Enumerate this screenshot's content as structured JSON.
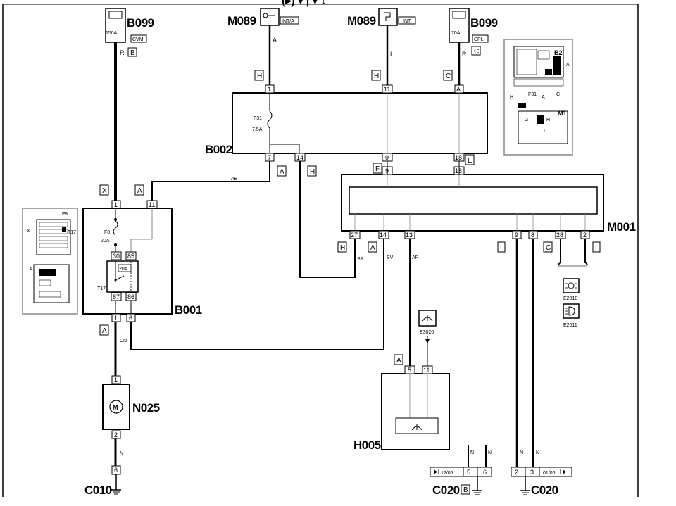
{
  "header": {
    "clipped_title": "(▸)▼|▼↓"
  },
  "components": {
    "b099_left": {
      "code": "B099",
      "fuse": "150A",
      "tag": "CVM"
    },
    "m089_left": {
      "code": "M089",
      "tag": "INT/A"
    },
    "m089_right": {
      "code": "M089",
      "tag": "INT"
    },
    "b099_right": {
      "code": "B099",
      "fuse": "70A",
      "tag": "CPL"
    },
    "b002": {
      "code": "B002",
      "fuse_name": "F31",
      "fuse_rating": "7.5A"
    },
    "m001": {
      "code": "M001"
    },
    "b001": {
      "code": "B001",
      "fuse_name": "F8",
      "fuse_rating": "20A",
      "relay_name": "T17",
      "relay_rating": "20A"
    },
    "n025": {
      "code": "N025"
    },
    "h005": {
      "code": "H005"
    },
    "e3020": {
      "code": "E3020"
    },
    "e2010": {
      "code": "E2010"
    },
    "e2011": {
      "code": "E2011"
    },
    "c010": {
      "code": "C010"
    },
    "c020_left": {
      "code": "C020",
      "tag": "B"
    },
    "c020_right": {
      "code": "C020"
    }
  },
  "wire_colors": {
    "r1": "R",
    "a": "A",
    "l": "L",
    "r2": "R",
    "ab": "AB",
    "sr": "SR",
    "sv": "SV",
    "ar": "AR",
    "cn": "CN",
    "n1": "N",
    "n2": "N",
    "n3": "N",
    "n4": "N",
    "n5": "N"
  },
  "connector_tags": {
    "b": "B",
    "h1": "H",
    "h2": "H",
    "c1": "C",
    "x": "X",
    "a1": "A",
    "a2": "A",
    "h3": "H",
    "f": "F",
    "e": "E",
    "h4": "H",
    "a3": "A",
    "i1": "I",
    "c2": "C",
    "i2": "I",
    "a4": "A",
    "a5": "A"
  },
  "pins": {
    "b002_1": "1",
    "b002_11": "11",
    "b002_a": "A",
    "b002_7": "7",
    "b002_14": "14",
    "b002_9": "9",
    "b002_18": "18",
    "m001_9": "9",
    "m001_18": "18",
    "b001_1_top": "1",
    "b001_11": "11",
    "b001_30": "30",
    "b001_85": "85",
    "b001_87": "87",
    "b001_86": "86",
    "b001_1_bot": "1",
    "b001_6": "6",
    "m001_27": "27",
    "m001_14": "14",
    "m001_13": "13",
    "m001_9b": "9",
    "m001_8": "8",
    "m001_28": "28",
    "m001_2": "2",
    "n025_1": "1",
    "n025_2": "2",
    "c010_6": "6",
    "h005_5": "5",
    "h005_11": "11",
    "c020l_5": "5",
    "c020l_6": "6",
    "c020r_2": "2",
    "c020r_3": "3"
  },
  "page_refs": {
    "left": "12/05",
    "right": "01/06"
  },
  "inset_top": {
    "label_b2": "B2",
    "label_a1": "A",
    "label_f31": "F31",
    "label_a2": "A",
    "label_c": "C",
    "label_h": "H",
    "label_m1": "M1",
    "label_g": "G",
    "label_h2": "H",
    "label_i": "I"
  },
  "inset_left": {
    "label_f8": "F8",
    "label_x": "X",
    "label_t17": "T17",
    "label_a": "A"
  }
}
